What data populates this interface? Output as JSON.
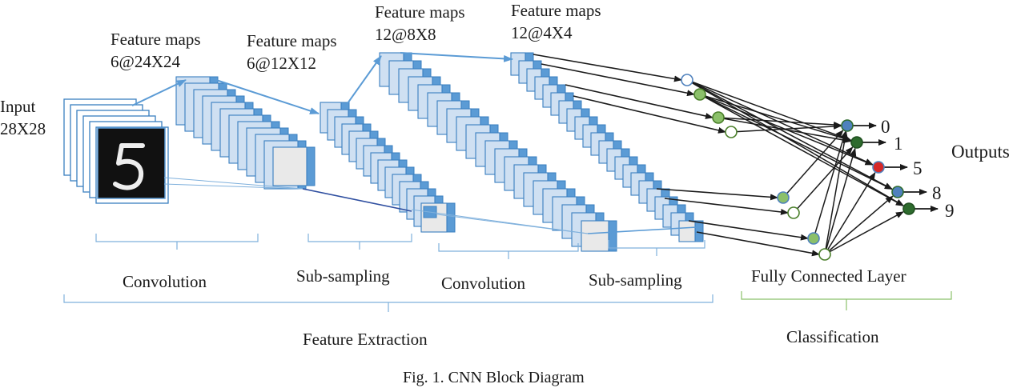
{
  "labels": {
    "input_title": "Input",
    "input_size": "28X28",
    "fm1_title": "Feature maps",
    "fm1_size": "6@24X24",
    "fm2_title": "Feature maps",
    "fm2_size": "6@12X12",
    "fm3_title": "Feature maps",
    "fm3_size": "12@8X8",
    "fm4_title": "Feature maps",
    "fm4_size": "12@4X4"
  },
  "stages": {
    "convolution_1": "Convolution",
    "subsampling_1": "Sub-sampling",
    "convolution_2": "Convolution",
    "subsampling_2": "Sub-sampling",
    "fully_connected": "Fully Connected Layer"
  },
  "groups": {
    "feature_extraction": "Feature Extraction",
    "classification": "Classification"
  },
  "outputs": {
    "title": "Outputs",
    "classes": [
      "0",
      "1",
      "5",
      "8",
      "9"
    ]
  },
  "caption": "Fig. 1. CNN Block Diagram",
  "colors": {
    "map_face": "#cfe0f2",
    "map_side": "#5b9bd5",
    "map_stroke": "#3a7fc0",
    "arrow": "#1a1a1a",
    "flow_arrow": "#5b9bd5",
    "neuron_green": "#8bc06a",
    "neuron_blue": "#4f81bd",
    "neuron_dark": "#2e6b2e",
    "neuron_red": "#d62828",
    "brace_blue": "#7fb0dc",
    "brace_green": "#8bc06a"
  },
  "icons": [
    "digit-5-thumbnail"
  ]
}
